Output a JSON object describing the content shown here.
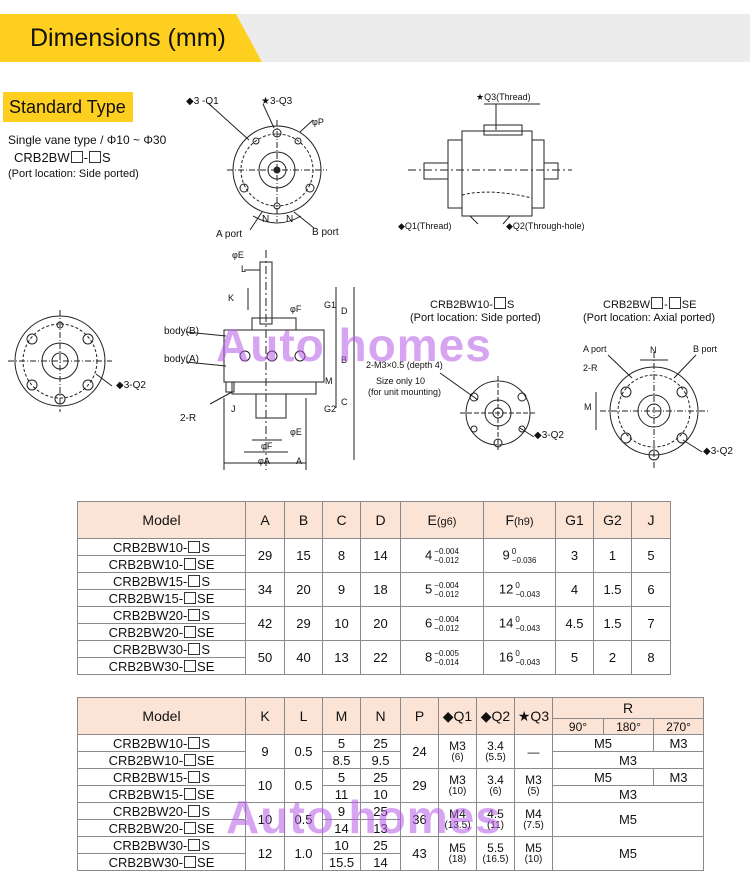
{
  "banner": {
    "title": "Dimensions (mm)"
  },
  "section": {
    "title": "Standard Type"
  },
  "intro": {
    "line1": "Single vane type / Φ10 ~ Φ30",
    "model_prefix": "CRB2BW",
    "model_mid": "-",
    "model_suffix": "S",
    "port_note": "(Port location: Side ported)"
  },
  "watermark": "Auto homes",
  "drawing_labels": {
    "q1": "◆3 -Q1",
    "q3": "★3-Q3",
    "phi": "φP",
    "n": "N",
    "a_port": "A port",
    "b_port": "B port",
    "side_q3": "★Q3(Thread)",
    "side_q1": "◆Q1(Thread)",
    "side_q2": "◆Q2(Through-hole)",
    "front_q2": "◆3-Q2",
    "body_b": "body(B)",
    "body_a": "body(A)",
    "two_r": "2-R",
    "phiE": "φE",
    "L": "L",
    "K": "K",
    "phiF": "φF",
    "G1": "G1",
    "D": "D",
    "B": "B",
    "M": "M",
    "C": "C",
    "G2": "G2",
    "J": "J",
    "phiA": "φA",
    "A": "A",
    "m3": "2-M3×0.5 (depth 4)",
    "size_only": "Size only 10",
    "unit_mount": "(for unit mounting)",
    "crb10_title": "CRB2BW10-",
    "crb10_suffix": "S",
    "crb10_note": "(Port location: Side ported)",
    "crbse_title_prefix": "CRB2BW",
    "crbse_mid": "-",
    "crbse_suffix": "SE",
    "crbse_note": "(Port location: Axial ported)",
    "small_q2": "◆3-Q2",
    "axial_q2": "◆3-Q2"
  },
  "table1": {
    "headers": [
      "Model",
      "A",
      "B",
      "C",
      "D",
      "E",
      "(g6)",
      "F",
      "(h9)",
      "G1",
      "G2",
      "J"
    ],
    "rows": [
      {
        "models": [
          "CRB2BW10-",
          "CRB2BW10-"
        ],
        "suffix": [
          "S",
          "SE"
        ],
        "A": "29",
        "B": "15",
        "C": "8",
        "D": "14",
        "E": "4",
        "E_up": "−0.004",
        "E_lo": "−0.012",
        "F": "9",
        "F_up": "0",
        "F_lo": "−0.036",
        "G1": "3",
        "G2": "1",
        "J": "5"
      },
      {
        "models": [
          "CRB2BW15-",
          "CRB2BW15-"
        ],
        "suffix": [
          "S",
          "SE"
        ],
        "A": "34",
        "B": "20",
        "C": "9",
        "D": "18",
        "E": "5",
        "E_up": "−0.004",
        "E_lo": "−0.012",
        "F": "12",
        "F_up": "0",
        "F_lo": "−0.043",
        "G1": "4",
        "G2": "1.5",
        "J": "6"
      },
      {
        "models": [
          "CRB2BW20-",
          "CRB2BW20-"
        ],
        "suffix": [
          "S",
          "SE"
        ],
        "A": "42",
        "B": "29",
        "C": "10",
        "D": "20",
        "E": "6",
        "E_up": "−0.004",
        "E_lo": "−0.012",
        "F": "14",
        "F_up": "0",
        "F_lo": "−0.043",
        "G1": "4.5",
        "G2": "1.5",
        "J": "7"
      },
      {
        "models": [
          "CRB2BW30-",
          "CRB2BW30-"
        ],
        "suffix": [
          "S",
          "SE"
        ],
        "A": "50",
        "B": "40",
        "C": "13",
        "D": "22",
        "E": "8",
        "E_up": "−0.005",
        "E_lo": "−0.014",
        "F": "16",
        "F_up": "0",
        "F_lo": "−0.043",
        "G1": "5",
        "G2": "2",
        "J": "8"
      }
    ]
  },
  "table2": {
    "headers": [
      "Model",
      "K",
      "L",
      "M",
      "N",
      "P",
      "◆Q1",
      "◆Q2",
      "★Q3",
      "R"
    ],
    "r_sub": [
      "90°",
      "180°",
      "270°"
    ],
    "rows": [
      {
        "models": [
          "CRB2BW10-",
          "CRB2BW10-"
        ],
        "suffix": [
          "S",
          "SE"
        ],
        "K": "9",
        "L": "0.5",
        "M": [
          "5",
          "8.5"
        ],
        "N": [
          "25",
          "9.5"
        ],
        "P": "24",
        "Q1": [
          "M3",
          "(6)"
        ],
        "Q2": [
          "3.4",
          "(5.5)"
        ],
        "Q3": [
          "—",
          ""
        ],
        "R_s": [
          "M5",
          "M3"
        ],
        "R_se": "M3"
      },
      {
        "models": [
          "CRB2BW15-",
          "CRB2BW15-"
        ],
        "suffix": [
          "S",
          "SE"
        ],
        "K": "10",
        "L": "0.5",
        "M": [
          "5",
          "11"
        ],
        "N": [
          "25",
          "10"
        ],
        "P": "29",
        "Q1": [
          "M3",
          "(10)"
        ],
        "Q2": [
          "3.4",
          "(6)"
        ],
        "Q3": [
          "M3",
          "(5)"
        ],
        "R_s": [
          "M5",
          "M3"
        ],
        "R_se": "M3"
      },
      {
        "models": [
          "CRB2BW20-",
          "CRB2BW20-"
        ],
        "suffix": [
          "S",
          "SE"
        ],
        "K": "10",
        "L": "0.5",
        "M": [
          "9",
          "14"
        ],
        "N": [
          "25",
          "13"
        ],
        "P": "36",
        "Q1": [
          "M4",
          "(13.5)"
        ],
        "Q2": [
          "4.5",
          "(11)"
        ],
        "Q3": [
          "M4",
          "(7.5)"
        ],
        "R_all": "M5"
      },
      {
        "models": [
          "CRB2BW30-",
          "CRB2BW30-"
        ],
        "suffix": [
          "S",
          "SE"
        ],
        "K": "12",
        "L": "1.0",
        "M": [
          "10",
          "15.5"
        ],
        "N": [
          "25",
          "14"
        ],
        "P": "43",
        "Q1": [
          "M5",
          "(18)"
        ],
        "Q2": [
          "5.5",
          "(16.5)"
        ],
        "Q3": [
          "M5",
          "(10)"
        ],
        "R_all": "M5"
      }
    ]
  }
}
